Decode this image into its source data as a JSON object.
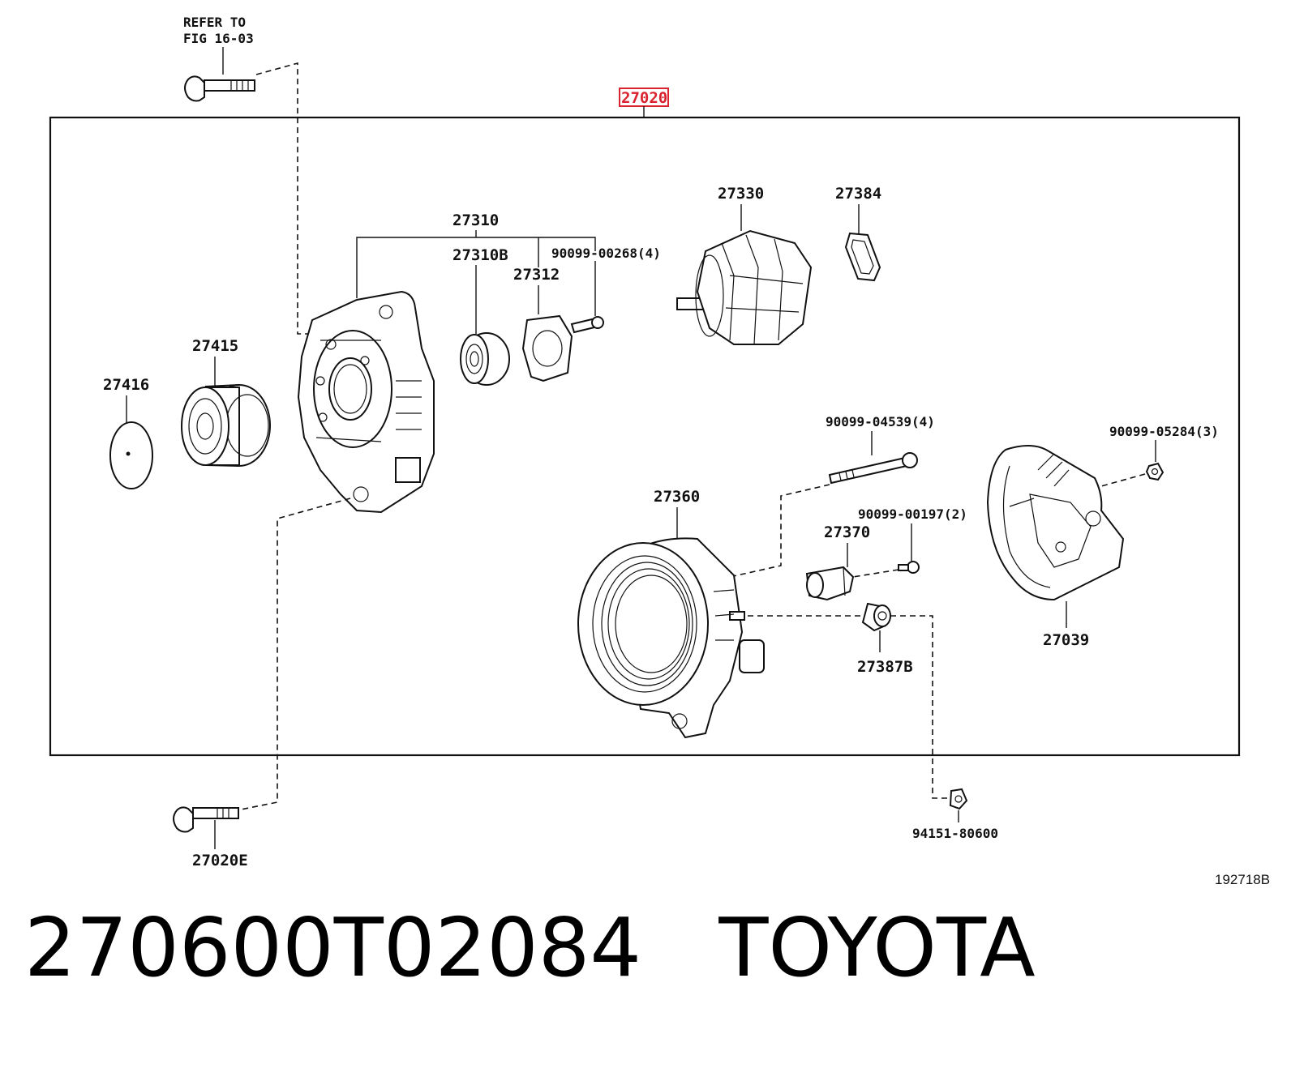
{
  "diagram": {
    "refer_note_line1": "REFER TO",
    "refer_note_line2": "FIG 16-03",
    "assembly_label": "27020",
    "highlight_color": "#d9232e",
    "figure_code": "192718B"
  },
  "callouts": {
    "c27310": "27310",
    "c27310b": "27310B",
    "c27312": "27312",
    "c90099_00268": "90099-00268(4)",
    "c27330": "27330",
    "c27384": "27384",
    "c27415": "27415",
    "c27416": "27416",
    "c90099_04539": "90099-04539(4)",
    "c90099_05284": "90099-05284(3)",
    "c27360": "27360",
    "c90099_00197": "90099-00197(2)",
    "c27370": "27370",
    "c27039": "27039",
    "c27387b": "27387B",
    "c27020e": "27020E",
    "c94151_80600": "94151-80600"
  },
  "footer": {
    "part_number": "270600T02084",
    "brand": "TOYOTA"
  }
}
